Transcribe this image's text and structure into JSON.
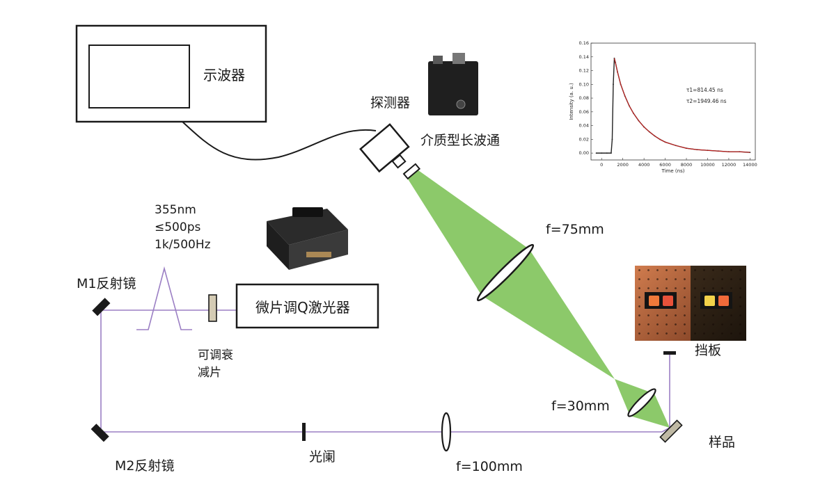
{
  "labels": {
    "oscilloscope": "示波器",
    "detector": "探测器",
    "longpass_filter": "介质型长波通",
    "laser_specs": [
      "355nm",
      "≤500ps",
      "1k/500Hz"
    ],
    "laser": "微片调Q激光器",
    "mirror_m1": "M1反射镜",
    "mirror_m2": "M2反射镜",
    "attenuator": [
      "可调衰",
      "减片"
    ],
    "aperture": "光阑",
    "lens_100": "f=100mm",
    "lens_75": "f=75mm",
    "lens_30": "f=30mm",
    "sample": "样品",
    "baffle": "挡板"
  },
  "colors": {
    "beam_path": "#9b7fc4",
    "fluorescence_cone": "#8cc96a",
    "outline": "#1a1a1a",
    "decay_fit": "#c8201e"
  },
  "chart_data": {
    "type": "line",
    "title": "",
    "xlabel": "Time (ns)",
    "ylabel": "Intensity (a. u.)",
    "xlim": [
      -1000,
      14500
    ],
    "ylim": [
      -0.01,
      0.16
    ],
    "xticks": [
      0,
      2000,
      4000,
      6000,
      8000,
      10000,
      12000,
      14000
    ],
    "yticks": [
      0.0,
      0.02,
      0.04,
      0.06,
      0.08,
      0.1,
      0.12,
      0.14,
      0.16
    ],
    "annotations": [
      "τ1=814.45 ns",
      "τ2=1949.46 ns"
    ],
    "series": [
      {
        "kind": "measured",
        "x": [
          -500,
          0,
          500,
          900,
          1000,
          1100,
          1200,
          1300,
          1500,
          1800,
          2200,
          2600,
          3000,
          3500,
          4000,
          4500,
          5000,
          5500,
          6000,
          7000,
          8000,
          9000,
          10000,
          11000,
          12000,
          13000,
          14000
        ],
        "y": [
          0.0,
          0.0,
          0.0,
          0.0,
          0.02,
          0.1,
          0.138,
          0.132,
          0.118,
          0.1,
          0.083,
          0.069,
          0.058,
          0.047,
          0.038,
          0.031,
          0.025,
          0.02,
          0.016,
          0.011,
          0.007,
          0.005,
          0.004,
          0.003,
          0.002,
          0.002,
          0.001
        ]
      },
      {
        "kind": "fit",
        "x": [
          1200,
          1500,
          1800,
          2200,
          2600,
          3000,
          3500,
          4000,
          4500,
          5000,
          5500,
          6000,
          7000,
          8000,
          9000,
          10000,
          11000,
          12000,
          13000,
          14000
        ],
        "y": [
          0.138,
          0.118,
          0.1,
          0.083,
          0.069,
          0.058,
          0.047,
          0.038,
          0.031,
          0.025,
          0.02,
          0.016,
          0.011,
          0.007,
          0.005,
          0.004,
          0.003,
          0.002,
          0.002,
          0.001
        ]
      }
    ]
  }
}
